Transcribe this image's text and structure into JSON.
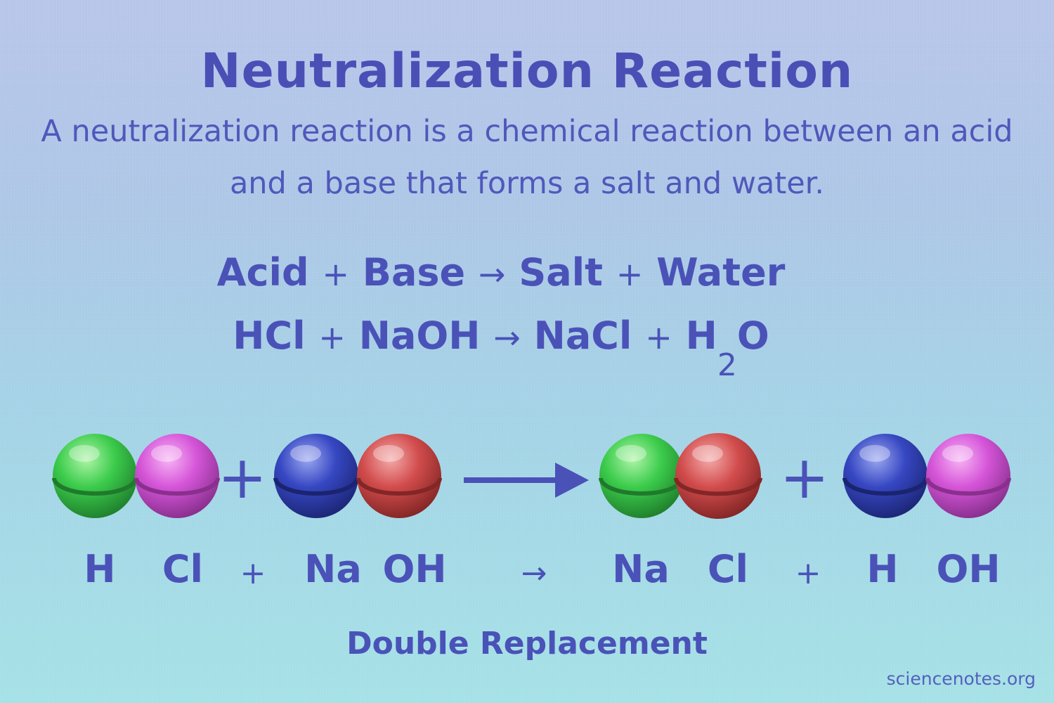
{
  "title": "Neutralization Reaction",
  "description": "A neutralization reaction is a chemical reaction between an acid and a base that forms a salt and water.",
  "word_equation": {
    "acid": "Acid",
    "plus1": "+",
    "base": "Base",
    "arrow": "→",
    "salt": "Salt",
    "plus2": "+",
    "water": "Water"
  },
  "chem_equation": {
    "reactant1": "HCl",
    "plus1": "+",
    "reactant2": "NaOH",
    "arrow": "→",
    "product1": "NaCl",
    "plus2": "+",
    "water_h": "H",
    "water_sub": "2",
    "water_o": "O"
  },
  "labels": {
    "h1": "H",
    "cl1": "Cl",
    "plus1": "+",
    "na1": "Na",
    "oh1": "OH",
    "arrow": "→",
    "na2": "Na",
    "cl2": "Cl",
    "plus2": "+",
    "h2": "H",
    "oh2": "OH"
  },
  "diagram_plus": "+",
  "footer": "Double Replacement",
  "credit": "sciencenotes.org",
  "colors": {
    "text": "#4a52b8",
    "atom_H": "#35c84a",
    "atom_Cl": "#d652d8",
    "atom_Na_reactant": "#3548c0",
    "atom_OH_reactant": "#d04a4a",
    "atom_Na_product": "#35c84a",
    "atom_Cl_product": "#d84646",
    "atom_H_product": "#3548c0",
    "atom_OH_product": "#d652d8"
  }
}
